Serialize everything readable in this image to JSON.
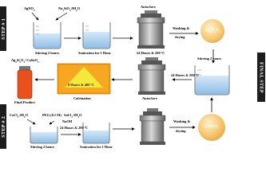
{
  "step1": {
    "label": "STEP # 1",
    "reagent1": "AgNO",
    "reagent1_sub": "3",
    "reagent2": "Na",
    "reagent2_sub1": "2",
    "reagent2_mid": "SiO",
    "reagent2_sub2": "3",
    "reagent2_end": ".9H",
    "reagent2_sub3": "2",
    "reagent2_tail": "O",
    "stir": "Stirring 2 hours",
    "sonication": "Sonication for 1 Hour",
    "autoclave": "Autoclave",
    "autoclave_time": "24 Hours & 200 ºC",
    "wash": "Washing &",
    "dry": "drying",
    "product": "Ag",
    "product_sub1": "2",
    "product_mid": "Si",
    "product_sub2": "2",
    "product_end": "O",
    "product_sub3": "5"
  },
  "final": {
    "label": "FINAL STEP",
    "stir": "Stirring 2 hours",
    "autoclave": "Autoclave",
    "autoclave_time": "24 Hours & 200 ºC",
    "furnace": "8 Hours & 400 ºC",
    "calcination": "Calcination",
    "product_label": "Ag",
    "product_sub1": "2",
    "product_mid": "Si",
    "product_sub2": "2",
    "product_mid2": "O",
    "product_sub3": "5",
    "product_end": "/ CaSnO",
    "product_sub4": "3",
    "final_product": "Final Product"
  },
  "step2": {
    "label": "STEP # 2",
    "reagent1": "CaCl",
    "reagent1_sub": "2",
    "reagent1_end": ".2H",
    "reagent1_sub2": "2",
    "reagent1_tail": "O",
    "reagent2": "PEG (0.1 M)",
    "reagent3": "SnCl",
    "reagent3_sub": "4",
    "reagent3_end": ".5H",
    "reagent3_sub2": "2",
    "reagent3_tail": "O",
    "reagent4": "NaOH",
    "stir": "Stirring 2 hours",
    "sonication": "Sonication for 1 Hour",
    "autoclave_time": "24 Hours & 200 ºC",
    "wash": "Washing &",
    "dry": "drying",
    "product": "CaSnO",
    "product_sub": "3"
  },
  "colors": {
    "bar": "#1d1d1d",
    "liquid": "#b7d6f2",
    "autoclave": "#9a9a9a",
    "furnace_orange": "#f39a12",
    "flame": "#f4e93a",
    "sphere": "#f0b050",
    "product_orange": "#e8511c",
    "arrow": "#000000"
  }
}
